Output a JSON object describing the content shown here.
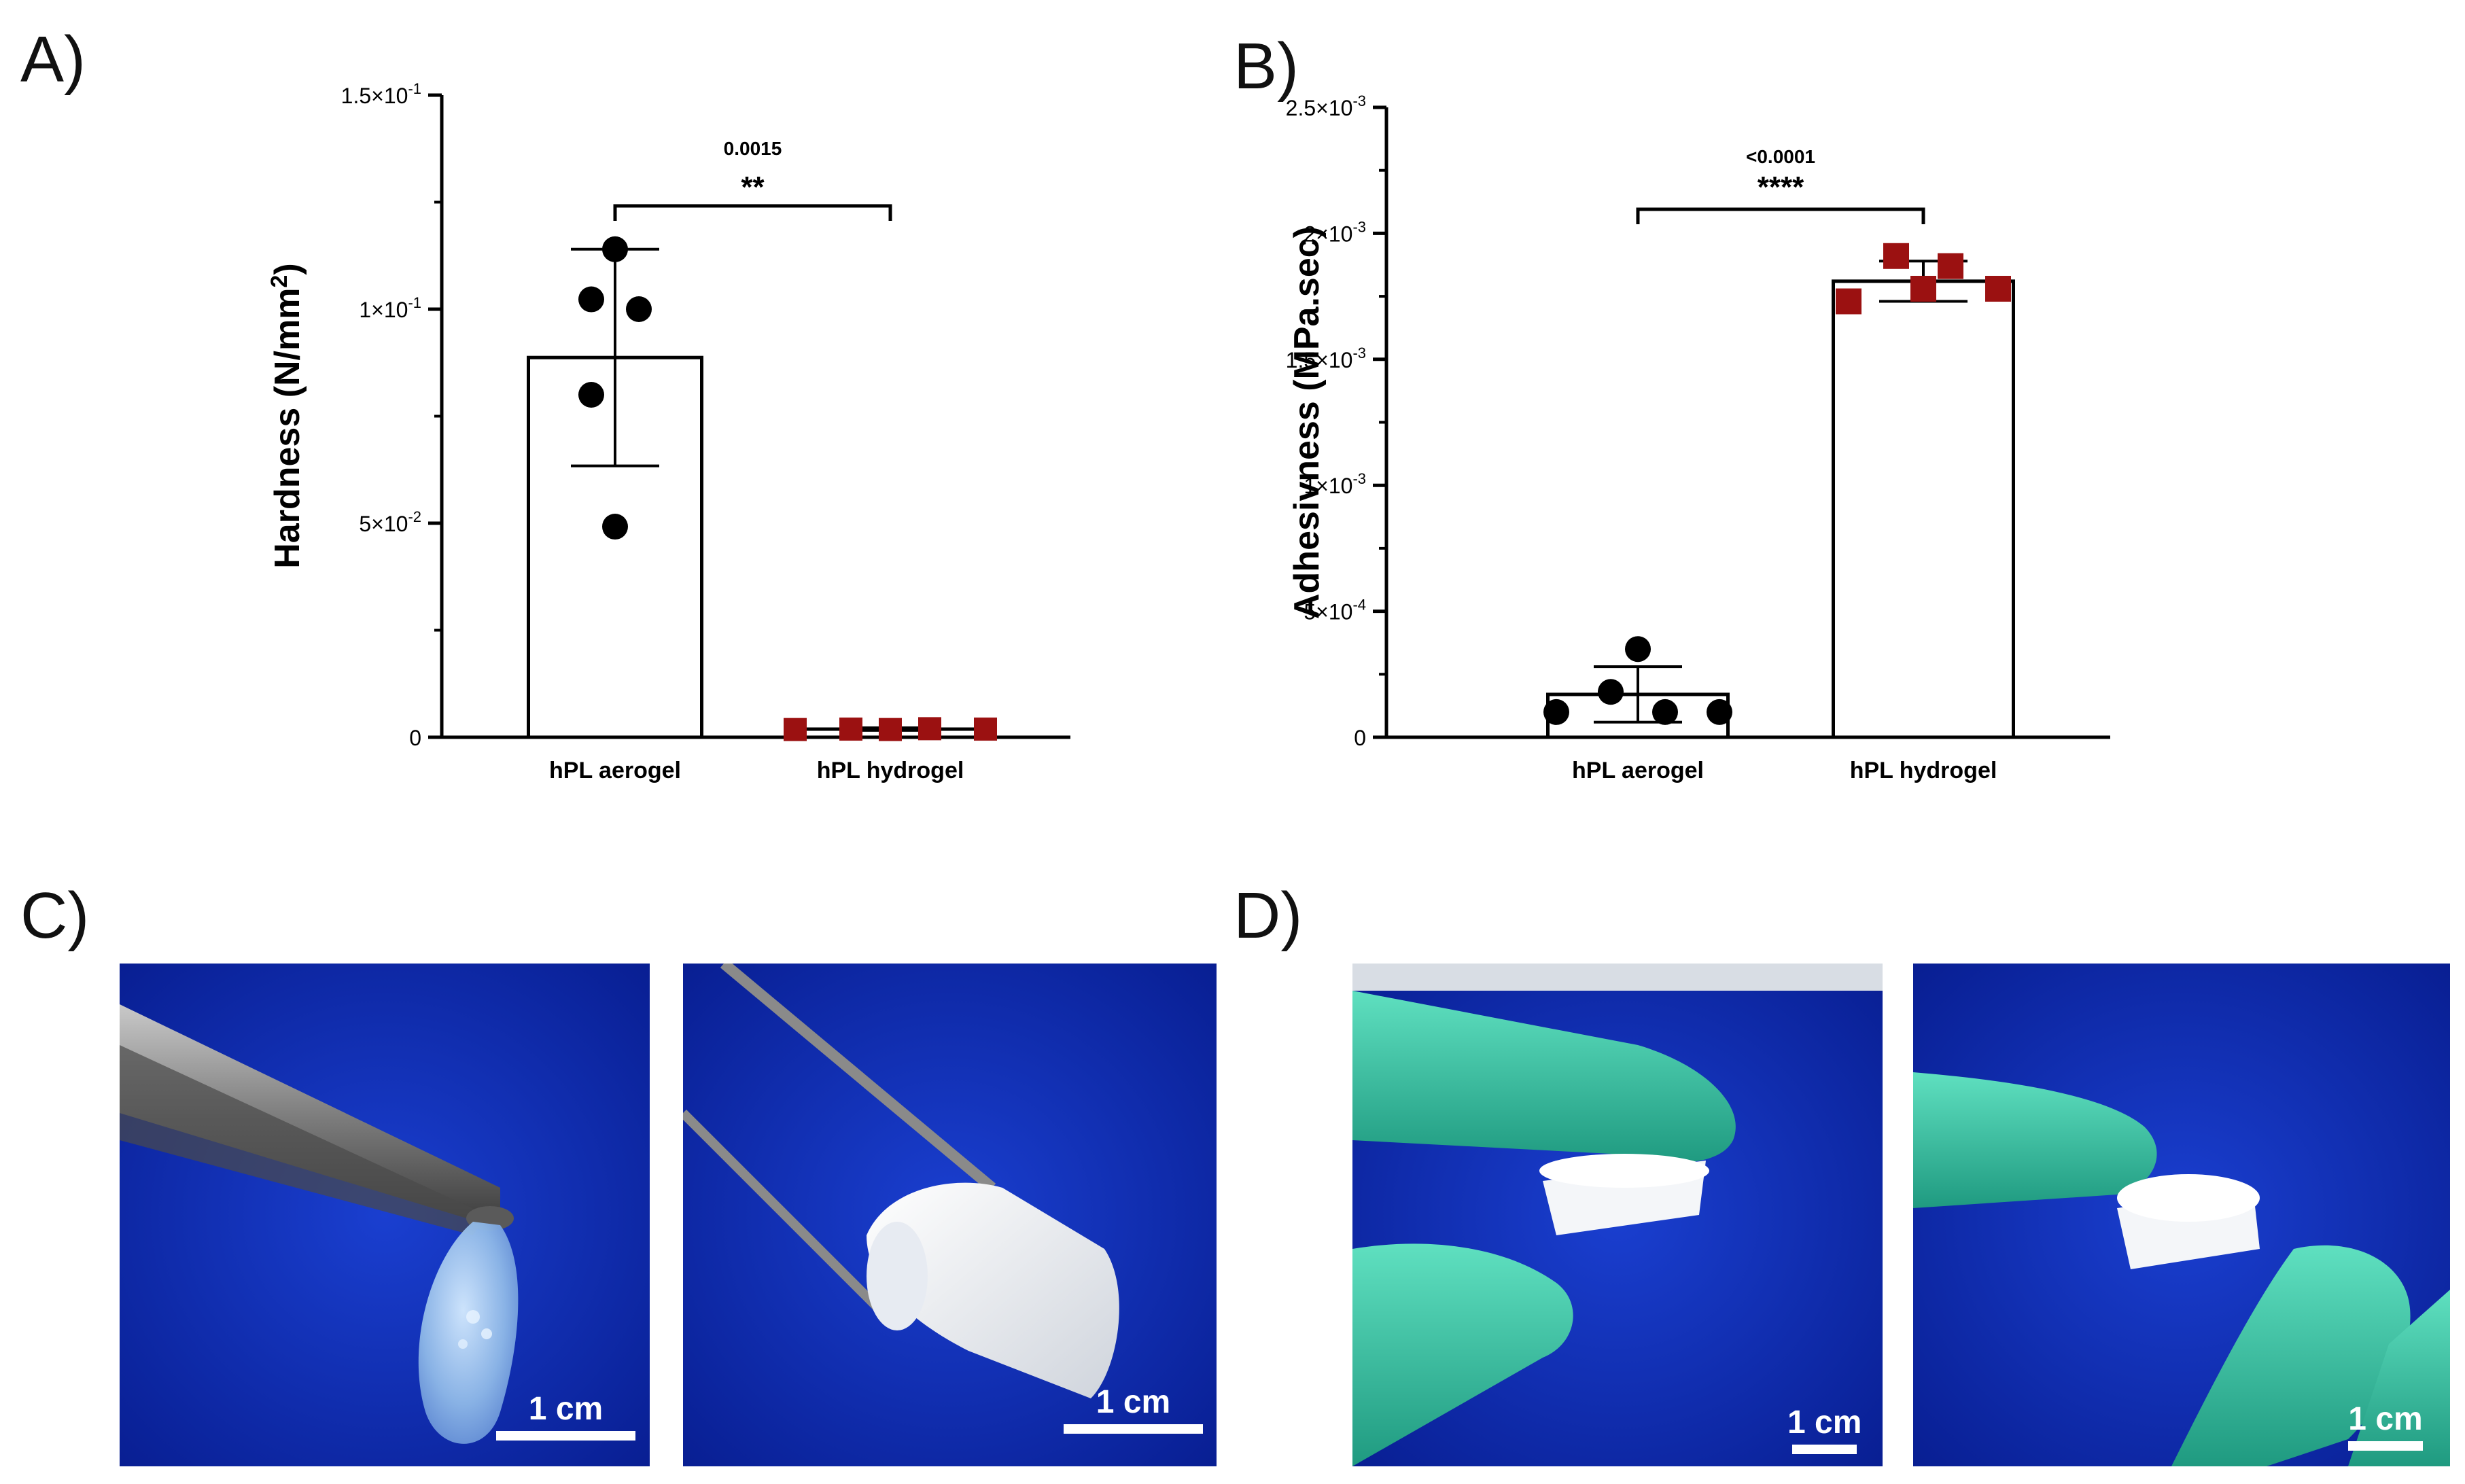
{
  "panels": {
    "a": "A)",
    "b": "B)",
    "c": "C)",
    "d": "D)"
  },
  "chart_data": [
    {
      "type": "bar",
      "id": "A",
      "categories": [
        "hPL aerogel",
        "hPL hydrogel"
      ],
      "values": [
        0.0887,
        0.0019
      ],
      "sd": [
        0.0253,
        0.0003
      ],
      "ylabel": "Hardness (N/mm²)",
      "ylim": [
        0,
        0.15
      ],
      "yticks": [
        0,
        0.05,
        0.1,
        0.15
      ],
      "ytick_labels": [
        {
          "base": "0",
          "exp": ""
        },
        {
          "base": "5×10",
          "exp": "-2"
        },
        {
          "base": "1×10",
          "exp": "-1"
        },
        {
          "base": "1.5×10",
          "exp": "-1"
        }
      ],
      "points": [
        {
          "marker": "circle",
          "color": "#000000",
          "values": [
            0.114,
            0.1023,
            0.1,
            0.08,
            0.0492
          ]
        },
        {
          "marker": "square",
          "color": "#9b1111",
          "values": [
            0.0018,
            0.0019,
            0.0018,
            0.002,
            0.0019
          ]
        }
      ],
      "comparison": {
        "pvalue": "0.0015",
        "stars": "**"
      }
    },
    {
      "type": "bar",
      "id": "B",
      "categories": [
        "hPL aerogel",
        "hPL hydrogel"
      ],
      "values": [
        0.00017,
        0.00181
      ],
      "sd": [
        0.00011,
        8e-05
      ],
      "ylabel": "Adhesivness (MPa.sec)",
      "ylim": [
        0,
        0.0025
      ],
      "yticks": [
        0,
        0.0005,
        0.001,
        0.0015,
        0.002,
        0.0025
      ],
      "ytick_labels": [
        {
          "base": "0",
          "exp": ""
        },
        {
          "base": "5×10",
          "exp": "-4"
        },
        {
          "base": "1×10",
          "exp": "-3"
        },
        {
          "base": "1.5×10",
          "exp": "-3"
        },
        {
          "base": "2×10",
          "exp": "-3"
        },
        {
          "base": "2.5×10",
          "exp": "-3"
        }
      ],
      "points": [
        {
          "marker": "circle",
          "color": "#000000",
          "values": [
            0.0001,
            0.00018,
            0.00035,
            0.0001,
            0.0001
          ]
        },
        {
          "marker": "square",
          "color": "#9b1111",
          "values": [
            0.00173,
            0.00191,
            0.00178,
            0.00187,
            0.00178
          ]
        }
      ],
      "comparison": {
        "pvalue": "<0.0001",
        "stars": "****"
      }
    }
  ],
  "photos": [
    {
      "panel": "C",
      "subject": "hydrogel-held-by-forceps",
      "scale_label": "1 cm"
    },
    {
      "panel": "C",
      "subject": "aerogel-held-by-forceps",
      "scale_label": "1 cm"
    },
    {
      "panel": "D",
      "subject": "aerogel-pinched-by-gloved-fingers",
      "scale_label": "1 cm"
    },
    {
      "panel": "D",
      "subject": "aerogel-held-by-gloved-fingers",
      "scale_label": "1 cm"
    }
  ],
  "colors": {
    "photo_background": "#0a2aa8",
    "glove": "#34c9a6",
    "marker_square": "#9b1111"
  }
}
